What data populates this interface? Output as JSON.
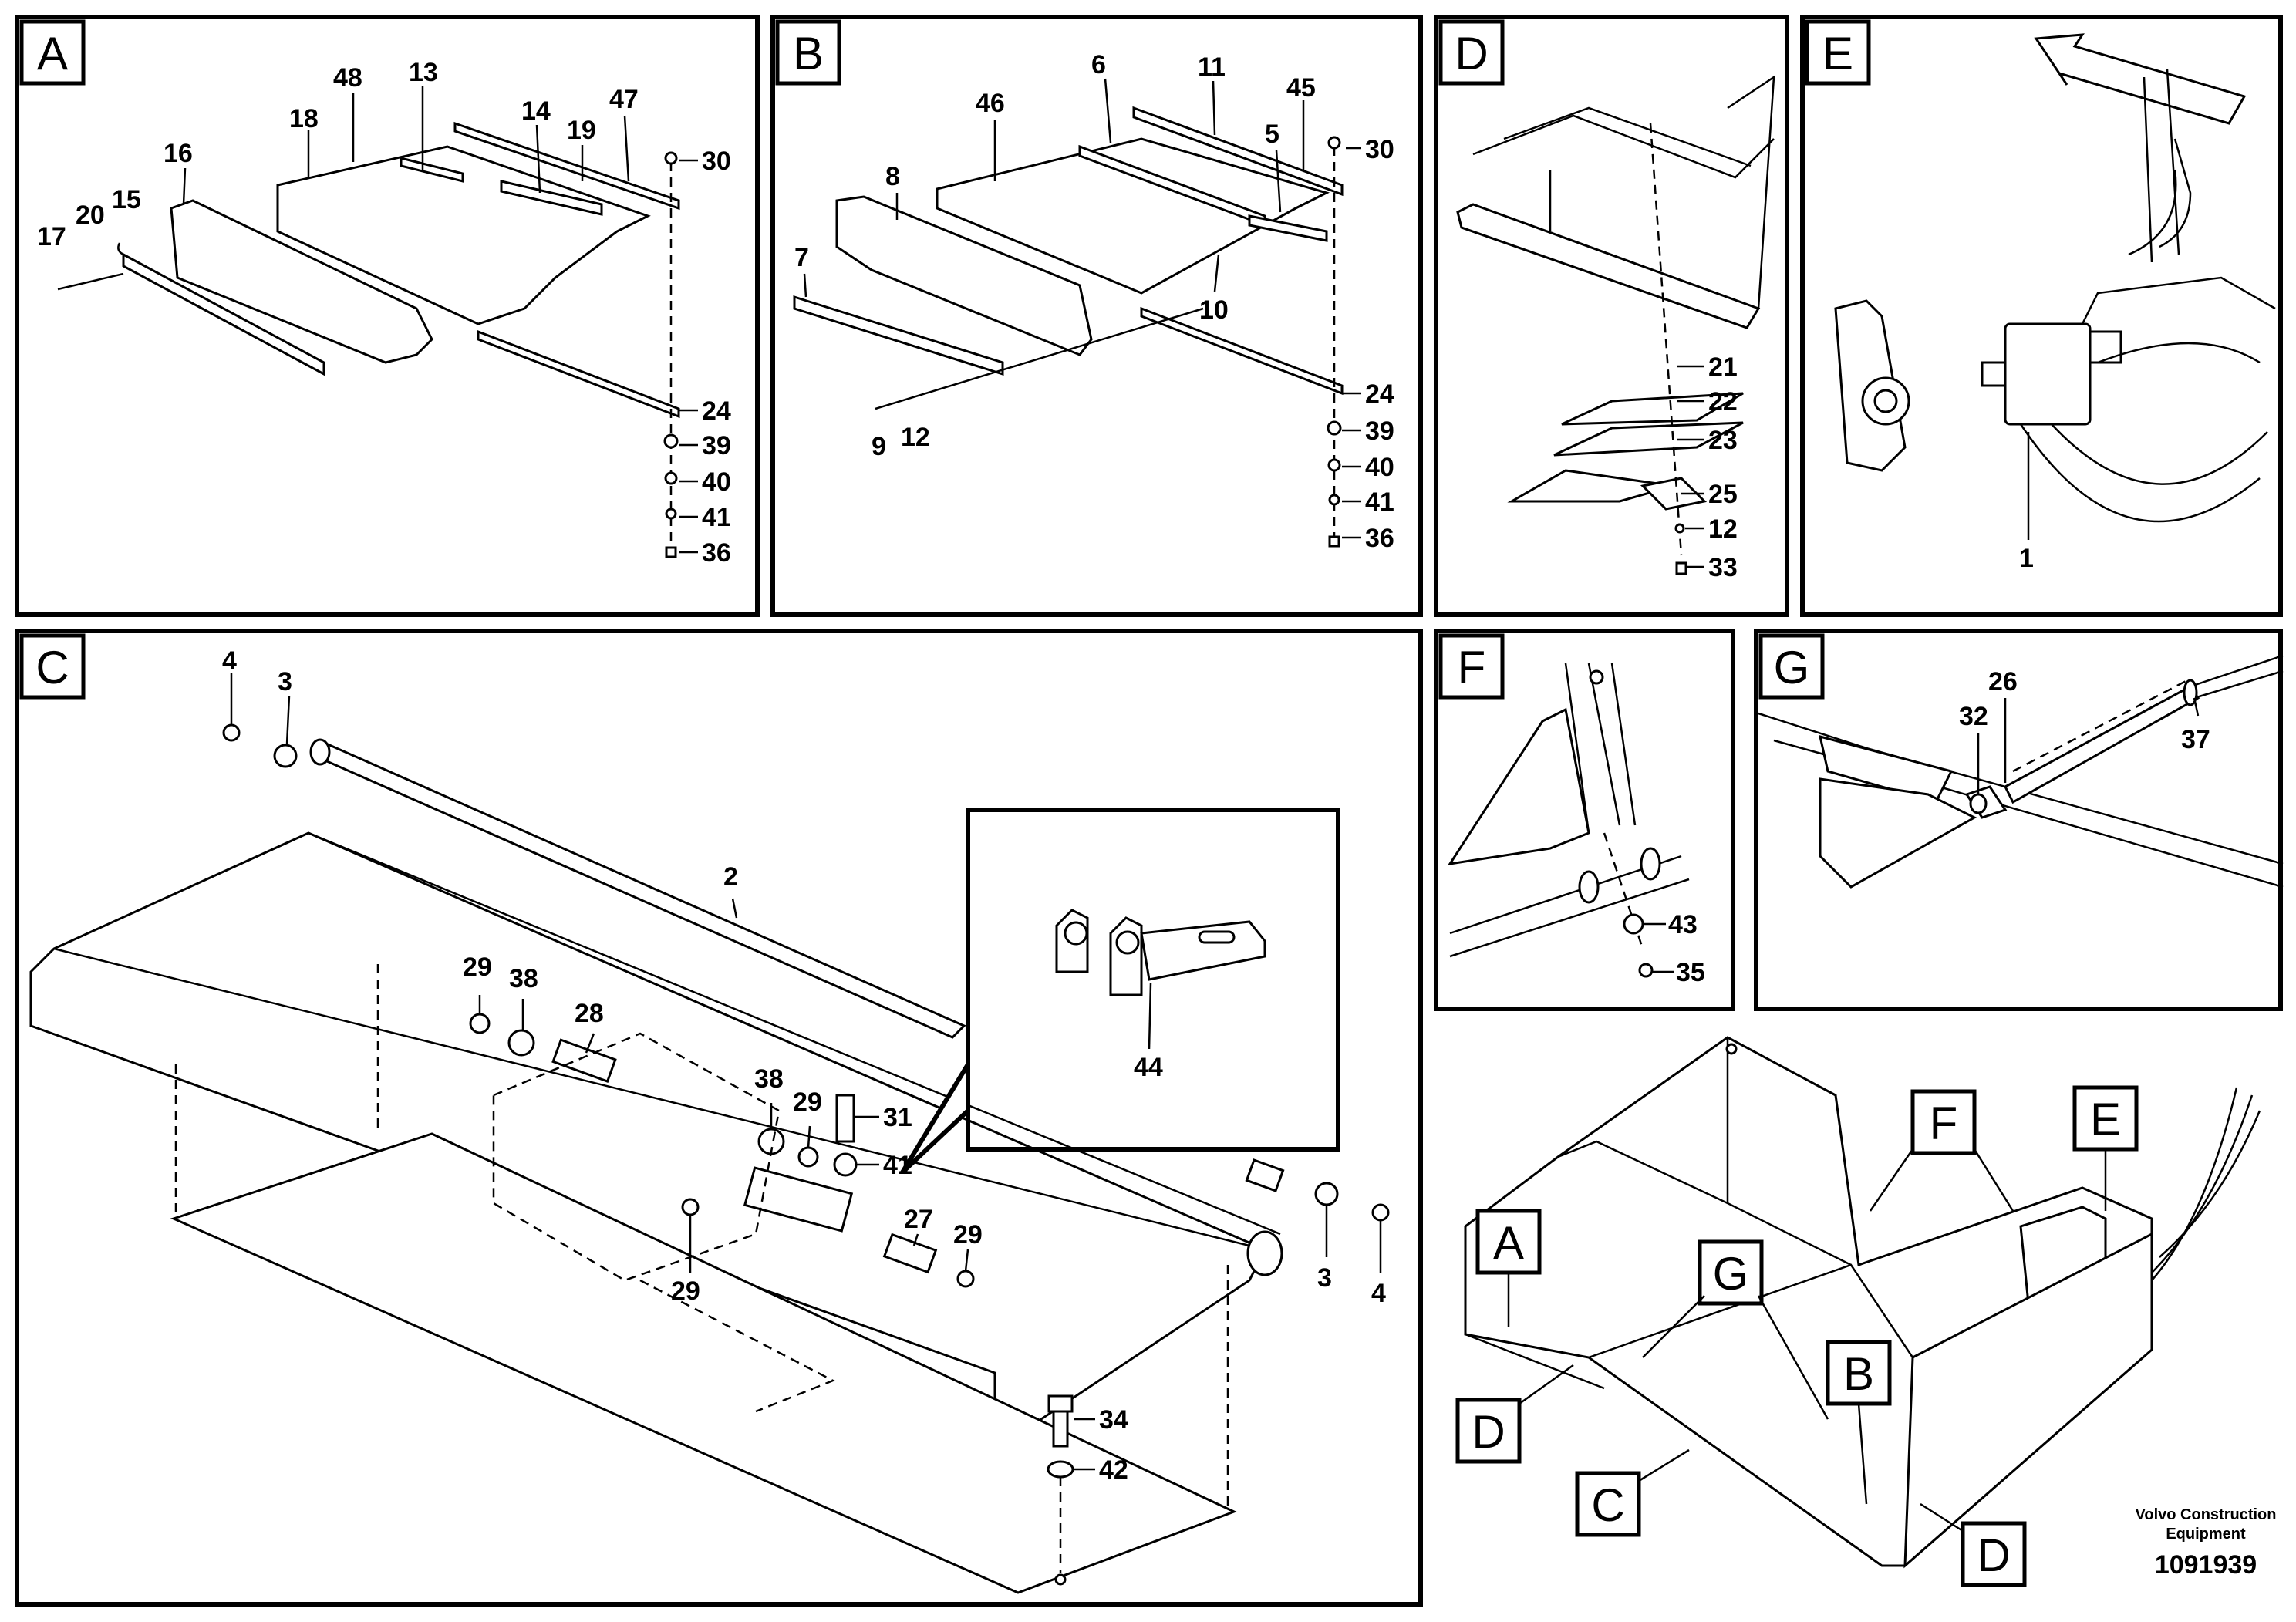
{
  "panels": [
    {
      "id": "A",
      "letter": "A"
    },
    {
      "id": "B",
      "letter": "B"
    },
    {
      "id": "C",
      "letter": "C"
    },
    {
      "id": "D",
      "letter": "D"
    },
    {
      "id": "E",
      "letter": "E"
    },
    {
      "id": "F",
      "letter": "F"
    },
    {
      "id": "G",
      "letter": "G"
    }
  ],
  "callouts": {
    "A": [
      "13",
      "48",
      "18",
      "16",
      "14",
      "19",
      "47",
      "30",
      "17",
      "20",
      "15",
      "24",
      "39",
      "40",
      "41",
      "36"
    ],
    "B": [
      "6",
      "11",
      "46",
      "45",
      "5",
      "30",
      "8",
      "7",
      "10",
      "24",
      "39",
      "40",
      "41",
      "36",
      "9",
      "12"
    ],
    "C": [
      "4",
      "3",
      "2",
      "29",
      "38",
      "28",
      "38",
      "29",
      "31",
      "41",
      "27",
      "29",
      "29",
      "3",
      "4",
      "34",
      "42",
      "44"
    ],
    "D": [
      "21",
      "22",
      "23",
      "25",
      "12",
      "33"
    ],
    "E": [
      "1"
    ],
    "F": [
      "43",
      "35"
    ],
    "G": [
      "26",
      "32",
      "37"
    ]
  },
  "overview_labels": [
    "F",
    "E",
    "A",
    "G",
    "B",
    "D",
    "C",
    "D"
  ],
  "footer": {
    "company_line1": "Volvo Construction",
    "company_line2": "Equipment",
    "drawing_number": "1091939"
  }
}
